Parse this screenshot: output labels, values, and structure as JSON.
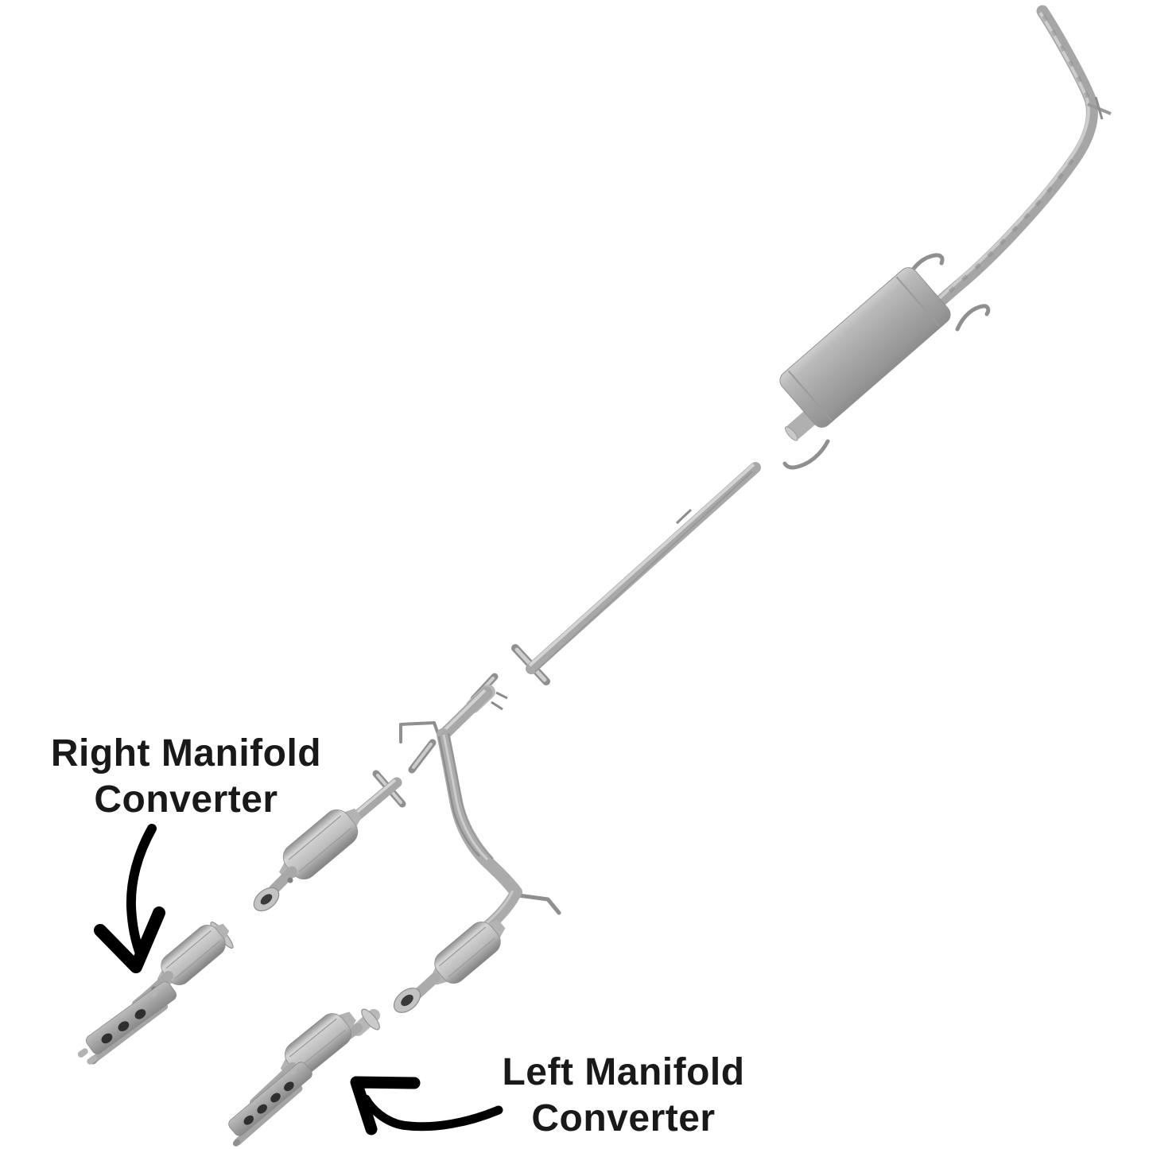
{
  "annotations": {
    "right_label": {
      "line1": "Right Manifold",
      "line2": "Converter"
    },
    "left_label": {
      "line1": "Left Manifold",
      "line2": "Converter"
    }
  },
  "icons": {
    "right_arrow": "curved-arrow-pointing-down-left-at-right-manifold-converter",
    "left_arrow": "curved-arrow-pointing-up-left-at-left-manifold-converter"
  },
  "style": {
    "background": "#ffffff",
    "label_color": "#191919",
    "arrow_color": "#000000",
    "metal_light": "#d2d2d2",
    "metal_mid": "#a8a8a8",
    "metal_dark": "#8a8a8a",
    "converter_hole": "#343434"
  }
}
